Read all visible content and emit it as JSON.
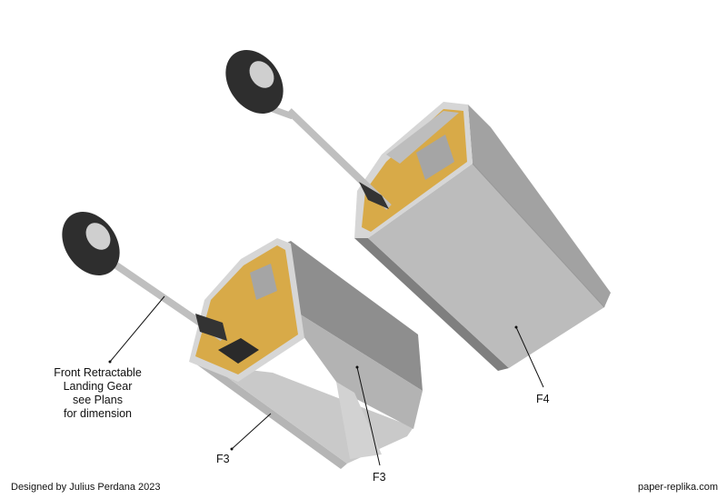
{
  "labels": {
    "gear": [
      "Front Retractable",
      "Landing Gear",
      "see Plans",
      "for dimension"
    ],
    "f3_left": "F3",
    "f3_right": "F3",
    "f4": "F4"
  },
  "footer": {
    "designer": "Designed by Julius Perdana 2023",
    "website": "paper-replika.com"
  },
  "colors": {
    "card_light": "#bdbdbd",
    "card_dark": "#8e8e8e",
    "bulkhead": "#d9ac4a",
    "tire": "#2e2e2e"
  }
}
